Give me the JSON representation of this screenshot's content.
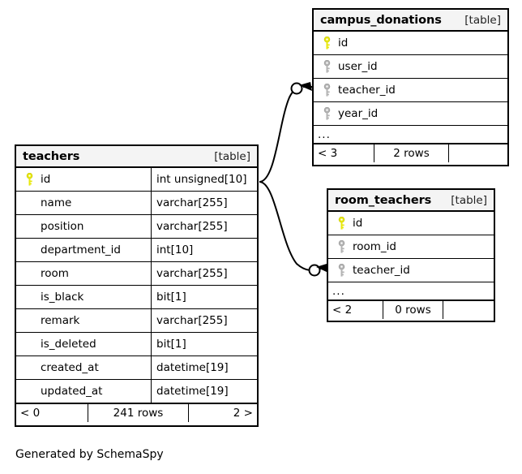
{
  "diagram": {
    "caption": "Generated by SchemaSpy",
    "kind_label": "[table]"
  },
  "tables": {
    "teachers": {
      "name": "teachers",
      "kind": "[table]",
      "columns": [
        {
          "name": "id",
          "type": "int unsigned[10]",
          "key": "primary"
        },
        {
          "name": "name",
          "type": "varchar[255]",
          "key": "none"
        },
        {
          "name": "position",
          "type": "varchar[255]",
          "key": "none"
        },
        {
          "name": "department_id",
          "type": "int[10]",
          "key": "none"
        },
        {
          "name": "room",
          "type": "varchar[255]",
          "key": "none"
        },
        {
          "name": "is_black",
          "type": "bit[1]",
          "key": "none"
        },
        {
          "name": "remark",
          "type": "varchar[255]",
          "key": "none"
        },
        {
          "name": "is_deleted",
          "type": "bit[1]",
          "key": "none"
        },
        {
          "name": "created_at",
          "type": "datetime[19]",
          "key": "none"
        },
        {
          "name": "updated_at",
          "type": "datetime[19]",
          "key": "none"
        }
      ],
      "footer": {
        "prev": "< 0",
        "rows": "241 rows",
        "next": "2 >"
      }
    },
    "campus_donations": {
      "name": "campus_donations",
      "kind": "[table]",
      "columns": [
        {
          "name": "id",
          "key": "primary"
        },
        {
          "name": "user_id",
          "key": "foreign"
        },
        {
          "name": "teacher_id",
          "key": "foreign"
        },
        {
          "name": "year_id",
          "key": "foreign"
        }
      ],
      "more": "...",
      "footer": {
        "prev": "< 3",
        "rows": "2 rows",
        "next": ""
      }
    },
    "room_teachers": {
      "name": "room_teachers",
      "kind": "[table]",
      "columns": [
        {
          "name": "id",
          "key": "primary"
        },
        {
          "name": "room_id",
          "key": "foreign"
        },
        {
          "name": "teacher_id",
          "key": "foreign"
        }
      ],
      "more": "...",
      "footer": {
        "prev": "< 2",
        "rows": "0 rows",
        "next": ""
      }
    }
  },
  "relationships": [
    {
      "from": "teachers.id",
      "to": "campus_donations.teacher_id"
    },
    {
      "from": "teachers.id",
      "to": "room_teachers.teacher_id"
    }
  ],
  "colors": {
    "primary_key": "#e8e80d",
    "foreign_key": "#b3b3b3",
    "header_background": "#f4f4f4",
    "border": "#000000",
    "background": "#ffffff"
  }
}
